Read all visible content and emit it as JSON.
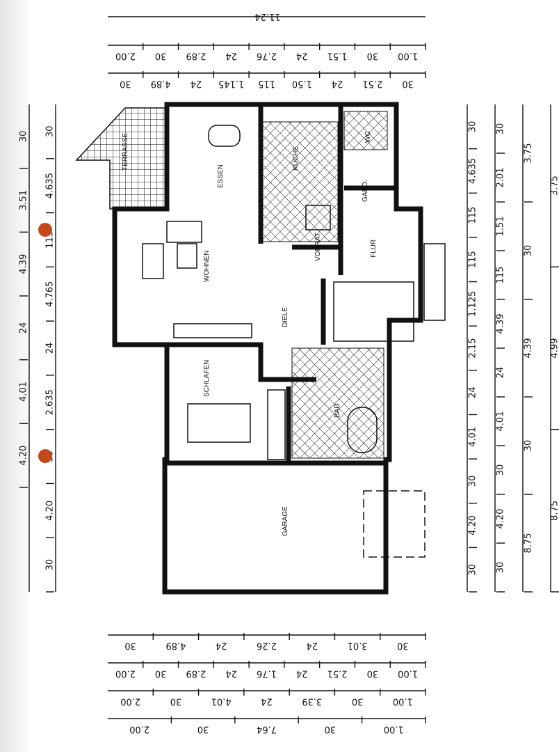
{
  "rooms": {
    "terrasse": "TERRASSE",
    "essen": "ESSEN",
    "kueche": "KÜCHE",
    "wc": "WC",
    "gard": "GARD.",
    "wohnen": "WOHNEN",
    "vorrat": "VORRAT",
    "flur": "FLUR",
    "diele": "DIELE",
    "schlafen": "SCHLAFEN",
    "bad": "BAD",
    "garage": "GARAGE"
  },
  "dims_top": {
    "overall": "11.24",
    "row2": [
      "1.00",
      "30",
      "1.51",
      "24",
      "2.76",
      "24",
      "2.89",
      "30",
      "2.00"
    ],
    "row3": [
      "30",
      "2.51",
      "24",
      "1.50",
      "115",
      "1.145",
      "24",
      "4.89",
      "30"
    ]
  },
  "dims_bottom": {
    "row1": [
      "30",
      "3.01",
      "24",
      "2.26",
      "24",
      "4.89",
      "30"
    ],
    "row2": [
      "1.00",
      "30",
      "2.51",
      "24",
      "1.76",
      "24",
      "2.89",
      "30",
      "2.00"
    ],
    "row3": [
      "1.00",
      "30",
      "3.39",
      "24",
      "4.01",
      "30",
      "2.00"
    ],
    "row4": [
      "1.00",
      "30",
      "7.64",
      "30",
      "2.00"
    ]
  },
  "dims_left": [
    "30",
    "4.20",
    "30",
    "2.635",
    "24",
    "4.765",
    "115",
    "4.635",
    "30"
  ],
  "dims_left_outer": [
    "4.20",
    "4.01",
    "24",
    "4.39",
    "3.51",
    "30"
  ],
  "dims_right": {
    "row1": [
      "30",
      "4.20",
      "30",
      "4.01",
      "24",
      "2.15",
      "1.125",
      "115",
      "115",
      "4.635",
      "30"
    ],
    "row2": [
      "30",
      "4.20",
      "30",
      "4.01",
      "24",
      "4.39",
      "115",
      "1.51",
      "2.01",
      "30"
    ],
    "row3": [
      "8.75",
      "30",
      "4.39",
      "30",
      "3.75"
    ],
    "row4": [
      "8.75",
      "4.99",
      "3.75"
    ]
  }
}
